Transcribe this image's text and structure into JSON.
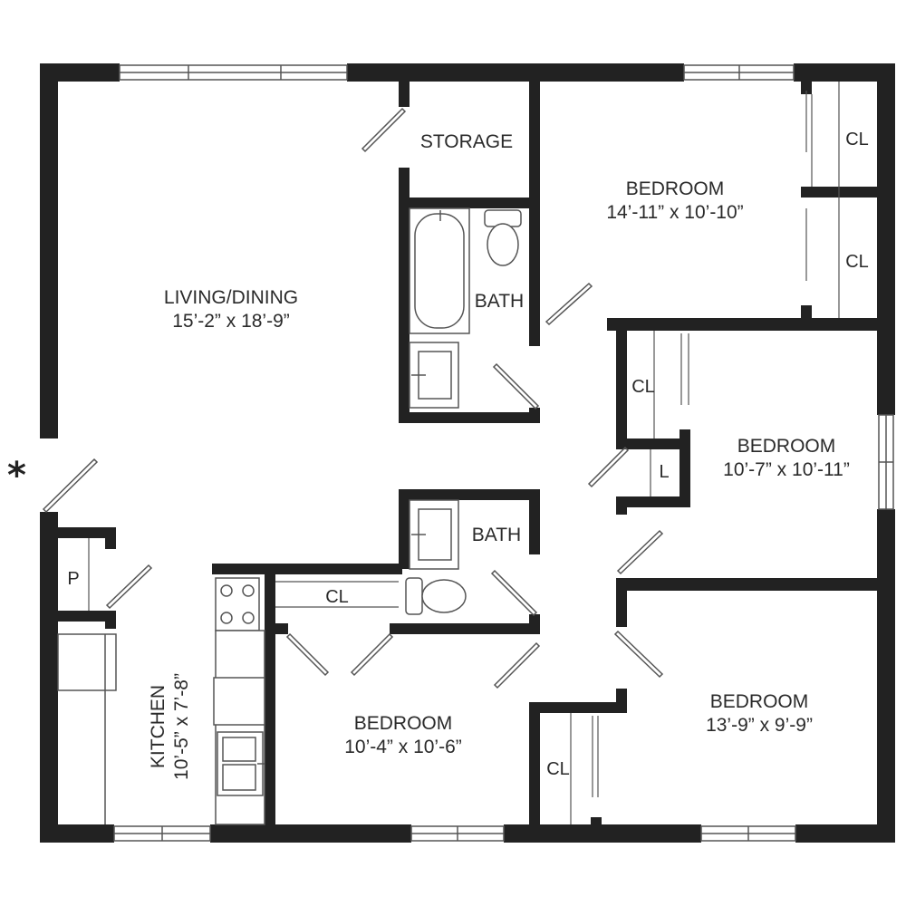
{
  "rooms": {
    "living": {
      "name": "LIVING/DINING",
      "dims": "15’-2” x 18’-9”"
    },
    "storage": {
      "name": "STORAGE"
    },
    "bath1": {
      "name": "BATH"
    },
    "bath2": {
      "name": "BATH"
    },
    "bed1": {
      "name": "BEDROOM",
      "dims": "14’-11” x 10’-10”"
    },
    "bed2": {
      "name": "BEDROOM",
      "dims": "10’-7” x 10’-11”"
    },
    "bed3": {
      "name": "BEDROOM",
      "dims": "10’-4” x 10’-6”"
    },
    "bed4": {
      "name": "BEDROOM",
      "dims": "13’-9” x 9’-9”"
    },
    "kitchen": {
      "name": "KITCHEN",
      "dims": "10’-5” x 7’-8”"
    }
  },
  "closets": {
    "cl1": "CL",
    "cl2": "CL",
    "cl3": "CL",
    "cl4": "CL",
    "cl5": "CL",
    "linen": "L",
    "pantry": "P"
  },
  "entry_marker": "*",
  "colors": {
    "wall": "#222222",
    "line": "#555555",
    "background": "#ffffff"
  }
}
